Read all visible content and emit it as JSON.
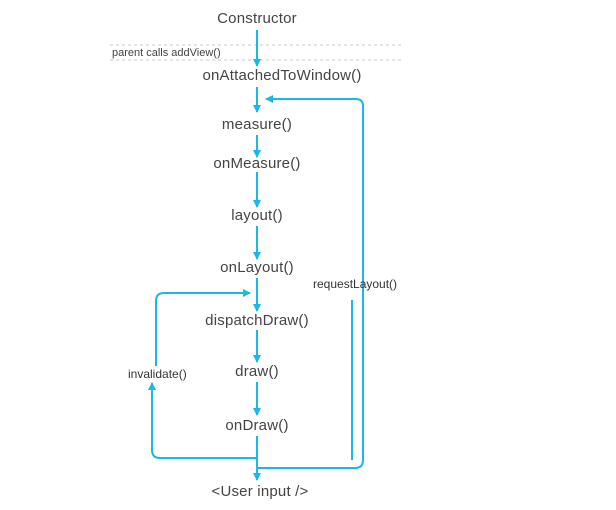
{
  "diagram": {
    "nodes": {
      "constructor": "Constructor",
      "on_attached": "onAttachedToWindow()",
      "measure": "measure()",
      "on_measure": "onMeasure()",
      "layout": "layout()",
      "on_layout": "onLayout()",
      "dispatch_draw": "dispatchDraw()",
      "draw": "draw()",
      "on_draw": "onDraw()",
      "user_input": "<User input />"
    },
    "annotations": {
      "parent_calls": "parent calls addView()",
      "request_layout": "requestLayout()",
      "invalidate": "invalidate()"
    },
    "colors": {
      "arrow": "#1ab8e6",
      "divider": "#c8c8c8",
      "text": "#444444"
    }
  }
}
